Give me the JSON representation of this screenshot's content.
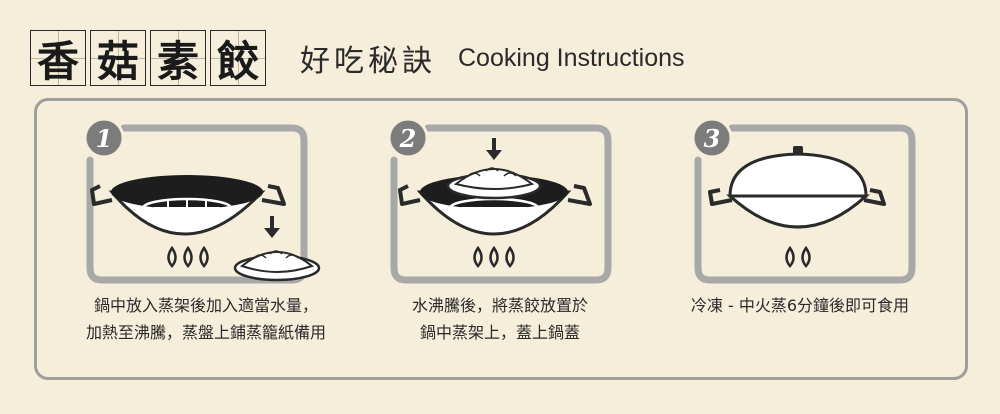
{
  "header": {
    "title_chars": [
      "香",
      "菇",
      "素",
      "餃"
    ],
    "subtitle_zh": "好吃秘訣",
    "subtitle_en": "Cooking Instructions"
  },
  "steps": [
    {
      "number": "1",
      "lines": [
        "鍋中放入蒸架後加入適當水量，",
        "加熱至沸騰，蒸盤上鋪蒸籠紙備用"
      ]
    },
    {
      "number": "2",
      "lines": [
        "水沸騰後，將蒸餃放置於",
        "鍋中蒸架上，蓋上鍋蓋"
      ]
    },
    {
      "number": "3",
      "lines": [
        "冷凍 - 中火蒸6分鐘後即可食用"
      ]
    }
  ],
  "icons": {
    "wok": "wok-icon",
    "steam_rack": "steam-rack-icon",
    "flame": "flame-icon",
    "down_arrow": "down-arrow-icon",
    "dumpling_plate": "dumpling-plate-icon",
    "lid": "wok-lid-icon"
  },
  "colors": {
    "background": "#f5eedb",
    "frame": "#9e9e9e",
    "ink": "#2a2a2a",
    "badge": "#7c7c7c"
  }
}
